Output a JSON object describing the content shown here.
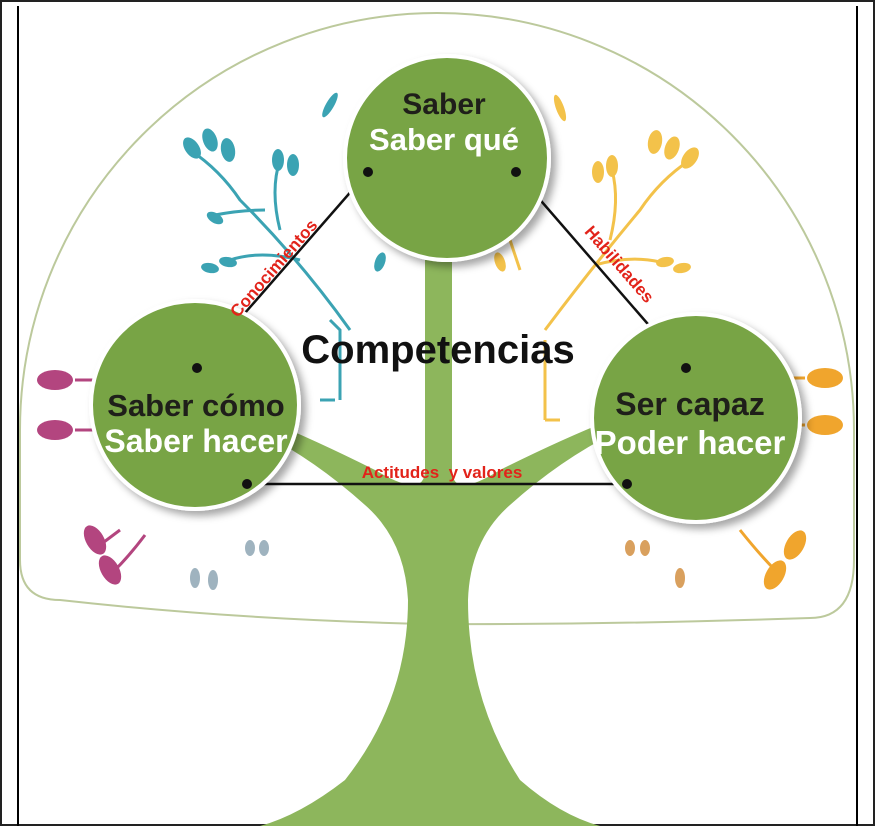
{
  "diagram": {
    "center_label": "Competencias",
    "nodes": {
      "top": {
        "title": "Saber",
        "subtitle": "Saber qué"
      },
      "left": {
        "title": "Saber cómo",
        "subtitle": "Saber hacer"
      },
      "right": {
        "title": "Ser capaz",
        "subtitle": "Poder hacer"
      }
    },
    "edges": {
      "top_left": "Conocimientos",
      "top_right": "Habilidades",
      "left_right": "Actitudes  y valores"
    },
    "colors": {
      "node_fill": "#78a445",
      "trunk": "#8db65c",
      "dome_outline": "#bcc99c",
      "edge_label": "#e2231a",
      "branch_teal": "#3ba3b3",
      "branch_yellow": "#f3c24a",
      "branch_pink": "#b3457f",
      "branch_orange": "#f0a52d",
      "branch_grey": "#9fb3bf"
    }
  }
}
